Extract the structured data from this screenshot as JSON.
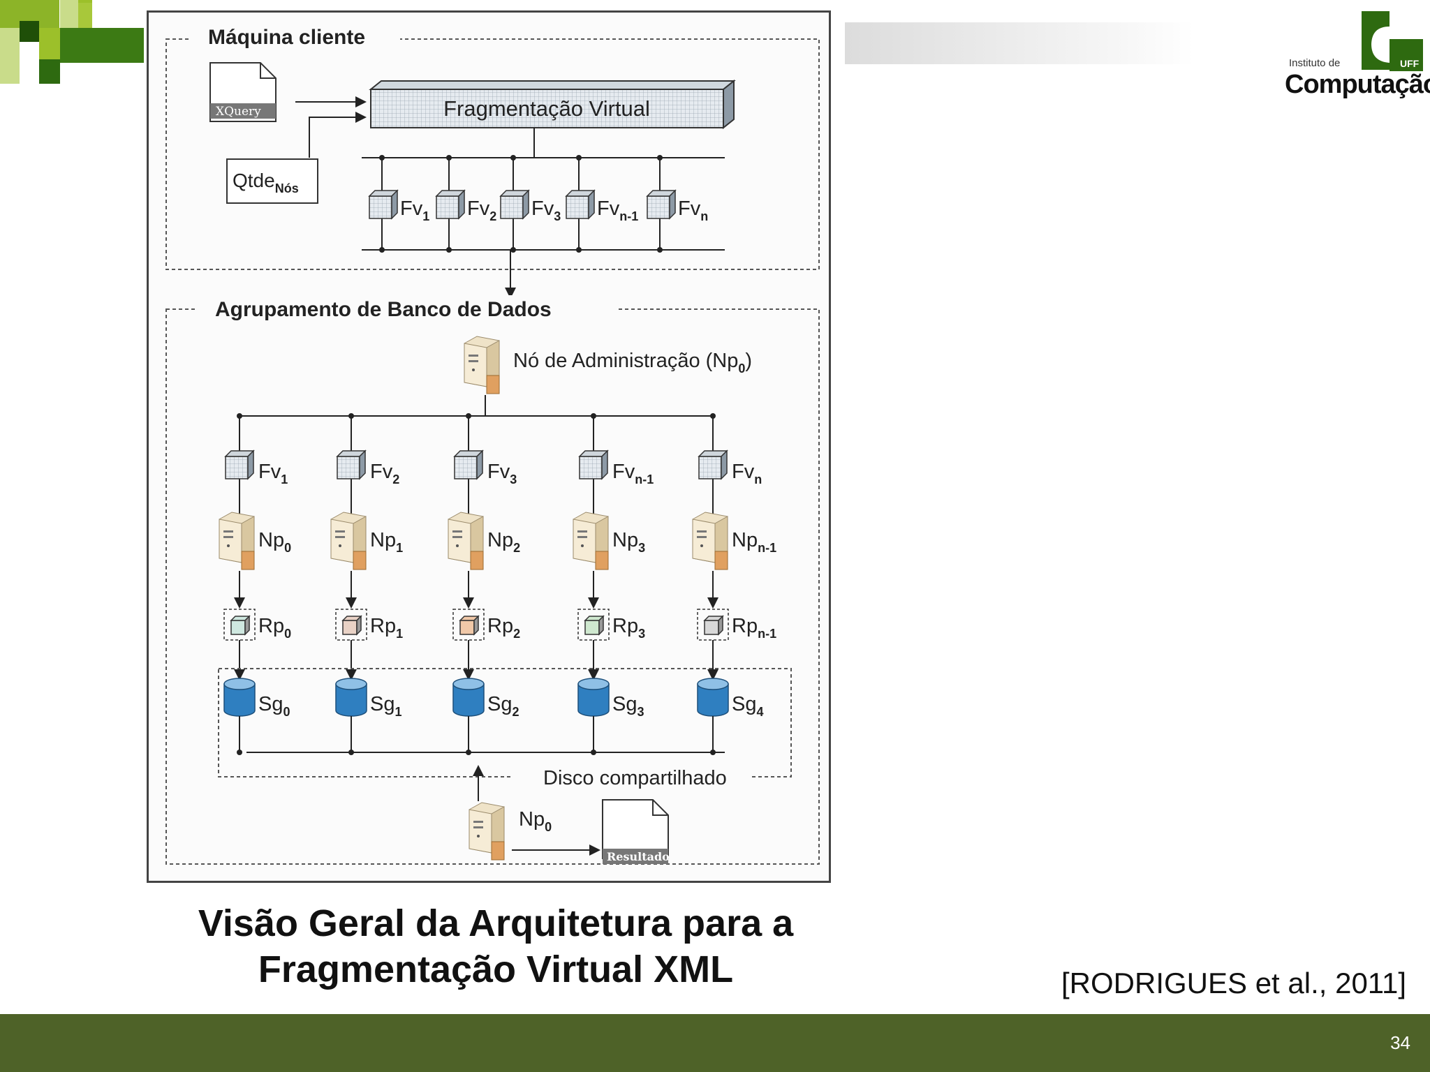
{
  "header": {
    "logo": {
      "institute_label": "Instituto de",
      "name": "Computação",
      "badge": "UFF"
    }
  },
  "diagram": {
    "client_section_title": "Máquina cliente",
    "xquery_doc": "XQuery",
    "fragmentation_box": "Fragmentação Virtual",
    "qtde": {
      "base": "Qtde",
      "sub": "Nós"
    },
    "client_fragments": [
      {
        "base": "Fv",
        "sub": "1"
      },
      {
        "base": "Fv",
        "sub": "2"
      },
      {
        "base": "Fv",
        "sub": "3"
      },
      {
        "base": "Fv",
        "sub": "n-1"
      },
      {
        "base": "Fv",
        "sub": "n"
      }
    ],
    "ellipsis": "...",
    "cluster_section_title": "Agrupamento de Banco de Dados",
    "admin_node": {
      "text": "Nó de Administração (Np",
      "sub": "0",
      "close": ")"
    },
    "columns": [
      {
        "fv": {
          "base": "Fv",
          "sub": "1"
        },
        "np": {
          "base": "Np",
          "sub": "0"
        },
        "rp": {
          "base": "Rp",
          "sub": "0"
        },
        "sg": {
          "base": "Sg",
          "sub": "0"
        },
        "cube_color": "#cfe8e0"
      },
      {
        "fv": {
          "base": "Fv",
          "sub": "2"
        },
        "np": {
          "base": "Np",
          "sub": "1"
        },
        "rp": {
          "base": "Rp",
          "sub": "1"
        },
        "sg": {
          "base": "Sg",
          "sub": "1"
        },
        "cube_color": "#e9d2c6"
      },
      {
        "fv": {
          "base": "Fv",
          "sub": "3"
        },
        "np": {
          "base": "Np",
          "sub": "2"
        },
        "rp": {
          "base": "Rp",
          "sub": "2"
        },
        "sg": {
          "base": "Sg",
          "sub": "2"
        },
        "cube_color": "#f0c8a8"
      },
      {
        "fv": {
          "base": "Fv",
          "sub": "n-1"
        },
        "np": {
          "base": "Np",
          "sub": "3"
        },
        "rp": {
          "base": "Rp",
          "sub": "3"
        },
        "sg": {
          "base": "Sg",
          "sub": "3"
        },
        "cube_color": "#cfe8cf"
      },
      {
        "fv": {
          "base": "Fv",
          "sub": "n"
        },
        "np": {
          "base": "Np",
          "sub": "n-1"
        },
        "rp": {
          "base": "Rp",
          "sub": "n-1"
        },
        "sg": {
          "base": "Sg",
          "sub": "4"
        },
        "cube_color": "#d8d8d8"
      }
    ],
    "shared_disk_label": "Disco compartilhado",
    "final_node": {
      "base": "Np",
      "sub": "0"
    },
    "result_doc": "Resultado"
  },
  "caption": {
    "line1": "Visão Geral da Arquitetura para a",
    "line2": "Fragmentação Virtual XML"
  },
  "citation": "[RODRIGUES et al., 2011]",
  "footer": {
    "page_number": "34"
  },
  "colors": {
    "footer_green": "#4e6228",
    "deco_dark_green": "#2e6a10",
    "deco_light_green": "#9cc02a",
    "cylinder_blue": "#2f7fc0"
  }
}
